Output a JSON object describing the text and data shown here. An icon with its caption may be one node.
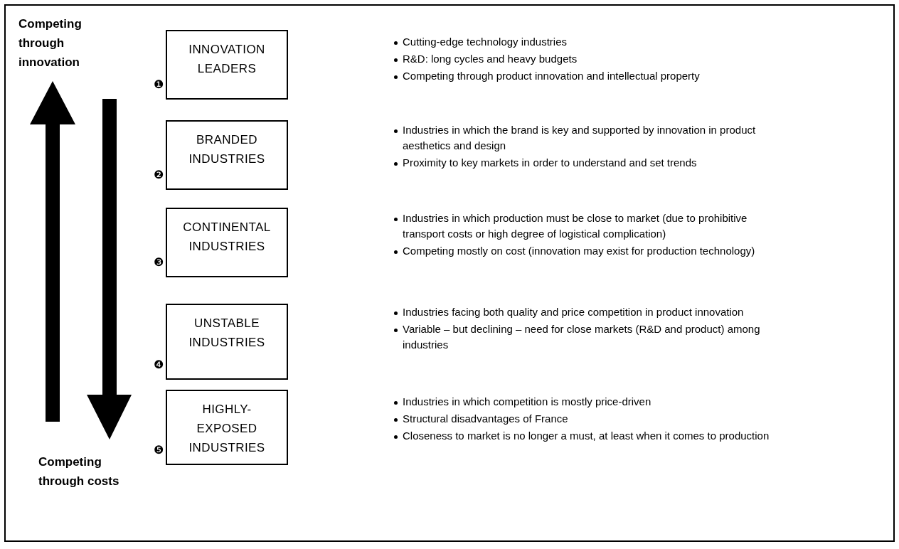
{
  "diagram": {
    "nodes": [
      {
        "text": [
          "INNOVATION LEADERS"
        ],
        "beside": [
          "❶",
          "Cutting-edge technology industries",
          "R&D: long cycles and heavy budgets",
          "Competing through product innovation and intellectual property"
        ]
      },
      {
        "text": [
          "BRANDED INDUSTRIES"
        ],
        "beside": [
          "❷",
          "Industries in which the brand is key and supported by innovation in product aesthetics and design",
          "Proximity to key markets in order to understand and set trends"
        ]
      },
      {
        "text": [
          "CONTINENTAL INDUSTRIES"
        ],
        "beside": [
          "❸",
          "Industries in which production must be close to market (due to prohibitive transport costs or high degree of logistical complication)",
          "Competing mostly on cost (innovation may exist for production technology)"
        ]
      },
      {
        "text": [
          "UNSTABLE INDUSTRIES"
        ],
        "beside": [
          "❹",
          "Industries facing both quality and price competition in product innovation",
          "Variable – but declining – need for close markets (R&D and product) among industries"
        ]
      },
      {
        "text": [
          "HIGHLY-EXPOSED INDUSTRIES"
        ],
        "beside": [
          "❺",
          "Industries in which competition is mostly price-driven",
          "Structural disadvantages of France",
          "Closeness to market is no longer a must, at least when it comes to production"
        ]
      }
    ],
    "labels": [
      "Competing through innovation",
      "Competing through costs"
    ]
  }
}
